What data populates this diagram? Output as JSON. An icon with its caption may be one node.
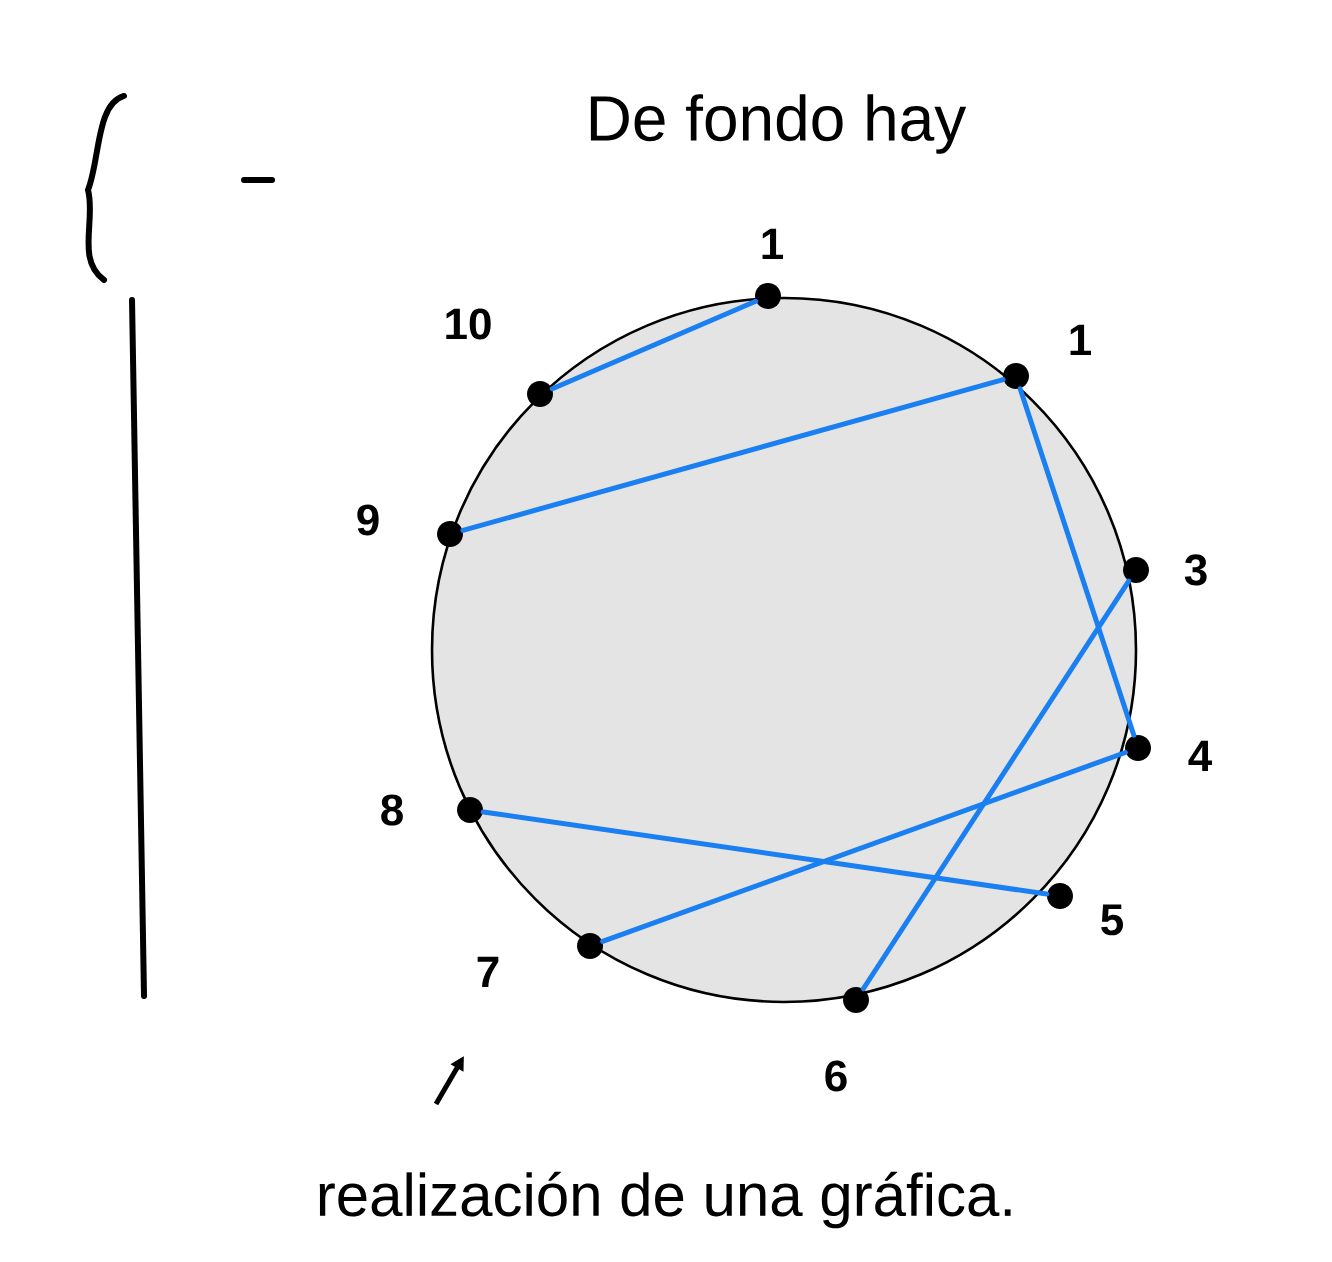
{
  "diagram": {
    "nodes": [
      {
        "text": [
          "1"
        ]
      },
      {
        "text": [
          "1"
        ]
      },
      {
        "text": [
          "3"
        ]
      },
      {
        "text": [
          "4"
        ]
      },
      {
        "text": [
          "5"
        ]
      },
      {
        "text": [
          "6"
        ]
      },
      {
        "text": [
          "7"
        ]
      },
      {
        "text": [
          "8"
        ]
      },
      {
        "text": [
          "9"
        ]
      },
      {
        "text": [
          "10"
        ]
      }
    ],
    "edges": [
      {
        "from": 9,
        "to": 0,
        "arrow": "none",
        "color": "#1a7ff0"
      },
      {
        "from": 8,
        "to": 1,
        "arrow": "none",
        "color": "#1a7ff0"
      },
      {
        "from": 1,
        "to": 3,
        "arrow": "none",
        "color": "#1a7ff0"
      },
      {
        "from": 5,
        "to": 2,
        "arrow": "none",
        "color": "#1a7ff0"
      },
      {
        "from": 6,
        "to": 3,
        "arrow": "none",
        "color": "#1a7ff0"
      },
      {
        "from": 7,
        "to": 4,
        "arrow": "none",
        "color": "#1a7ff0"
      }
    ],
    "labels": [
      "De fondo hay",
      "realización de una gráfica."
    ]
  }
}
